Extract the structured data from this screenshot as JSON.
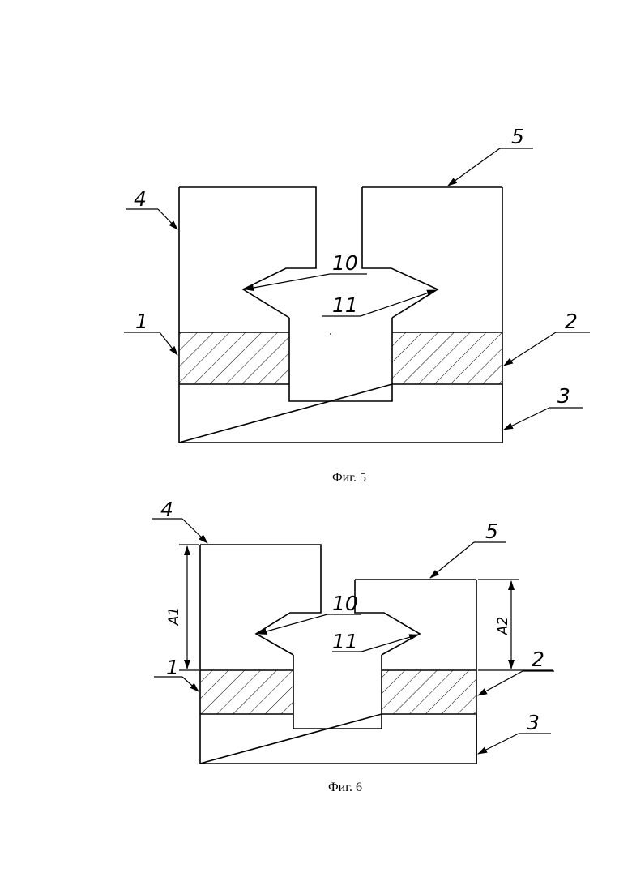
{
  "figures": [
    {
      "caption": "Фиг. 5",
      "labels": {
        "l1": "1",
        "l2": "2",
        "l3": "3",
        "l4": "4",
        "l5": "5",
        "l10": "10",
        "l11": "11"
      }
    },
    {
      "caption": "Фиг. 6",
      "labels": {
        "l1": "1",
        "l2": "2",
        "l3": "3",
        "l4": "4",
        "l5": "5",
        "l10": "10",
        "l11": "11"
      },
      "dimensions": {
        "a1": "A1",
        "a2": "A2"
      }
    }
  ]
}
